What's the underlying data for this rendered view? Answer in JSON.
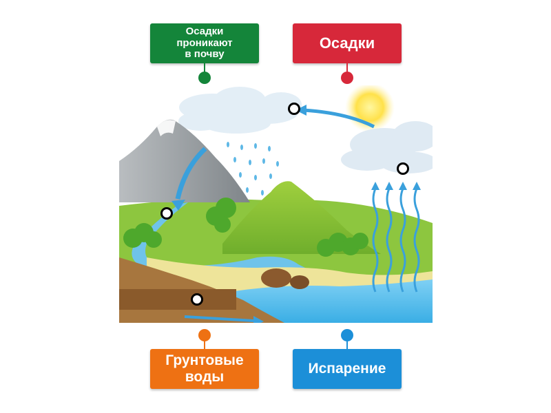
{
  "labels": {
    "soil": {
      "text": "Осадки\nпроникают\nв почву",
      "color": "#14853a"
    },
    "precipitation": {
      "text": "Осадки",
      "color": "#d7283a"
    },
    "groundwater": {
      "text": "Грунтовые\nводы",
      "color": "#ee7113"
    },
    "evaporation": {
      "text": "Испарение",
      "color": "#1c8fd8"
    }
  },
  "scene": {
    "topic": "water-cycle",
    "drop_targets": 5
  }
}
